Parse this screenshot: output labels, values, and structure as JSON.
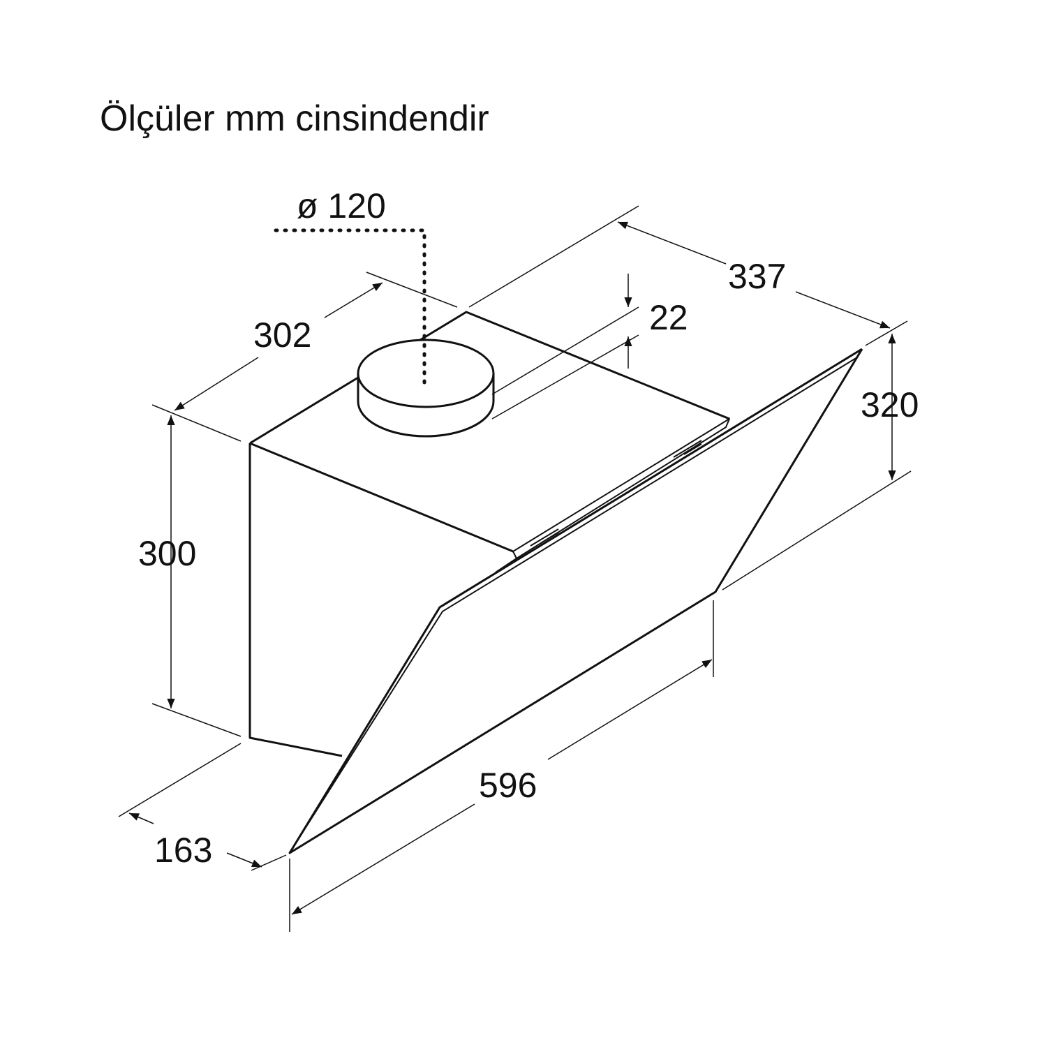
{
  "title": "Ölçüler mm cinsindendir",
  "dimensions": {
    "duct_diameter": "ø 120",
    "depth_top": "337",
    "width_top": "302",
    "offset": "22",
    "glass_height": "320",
    "box_height": "300",
    "bottom_depth": "163",
    "width": "596"
  },
  "colors": {
    "line": "#111111",
    "background": "#ffffff"
  }
}
